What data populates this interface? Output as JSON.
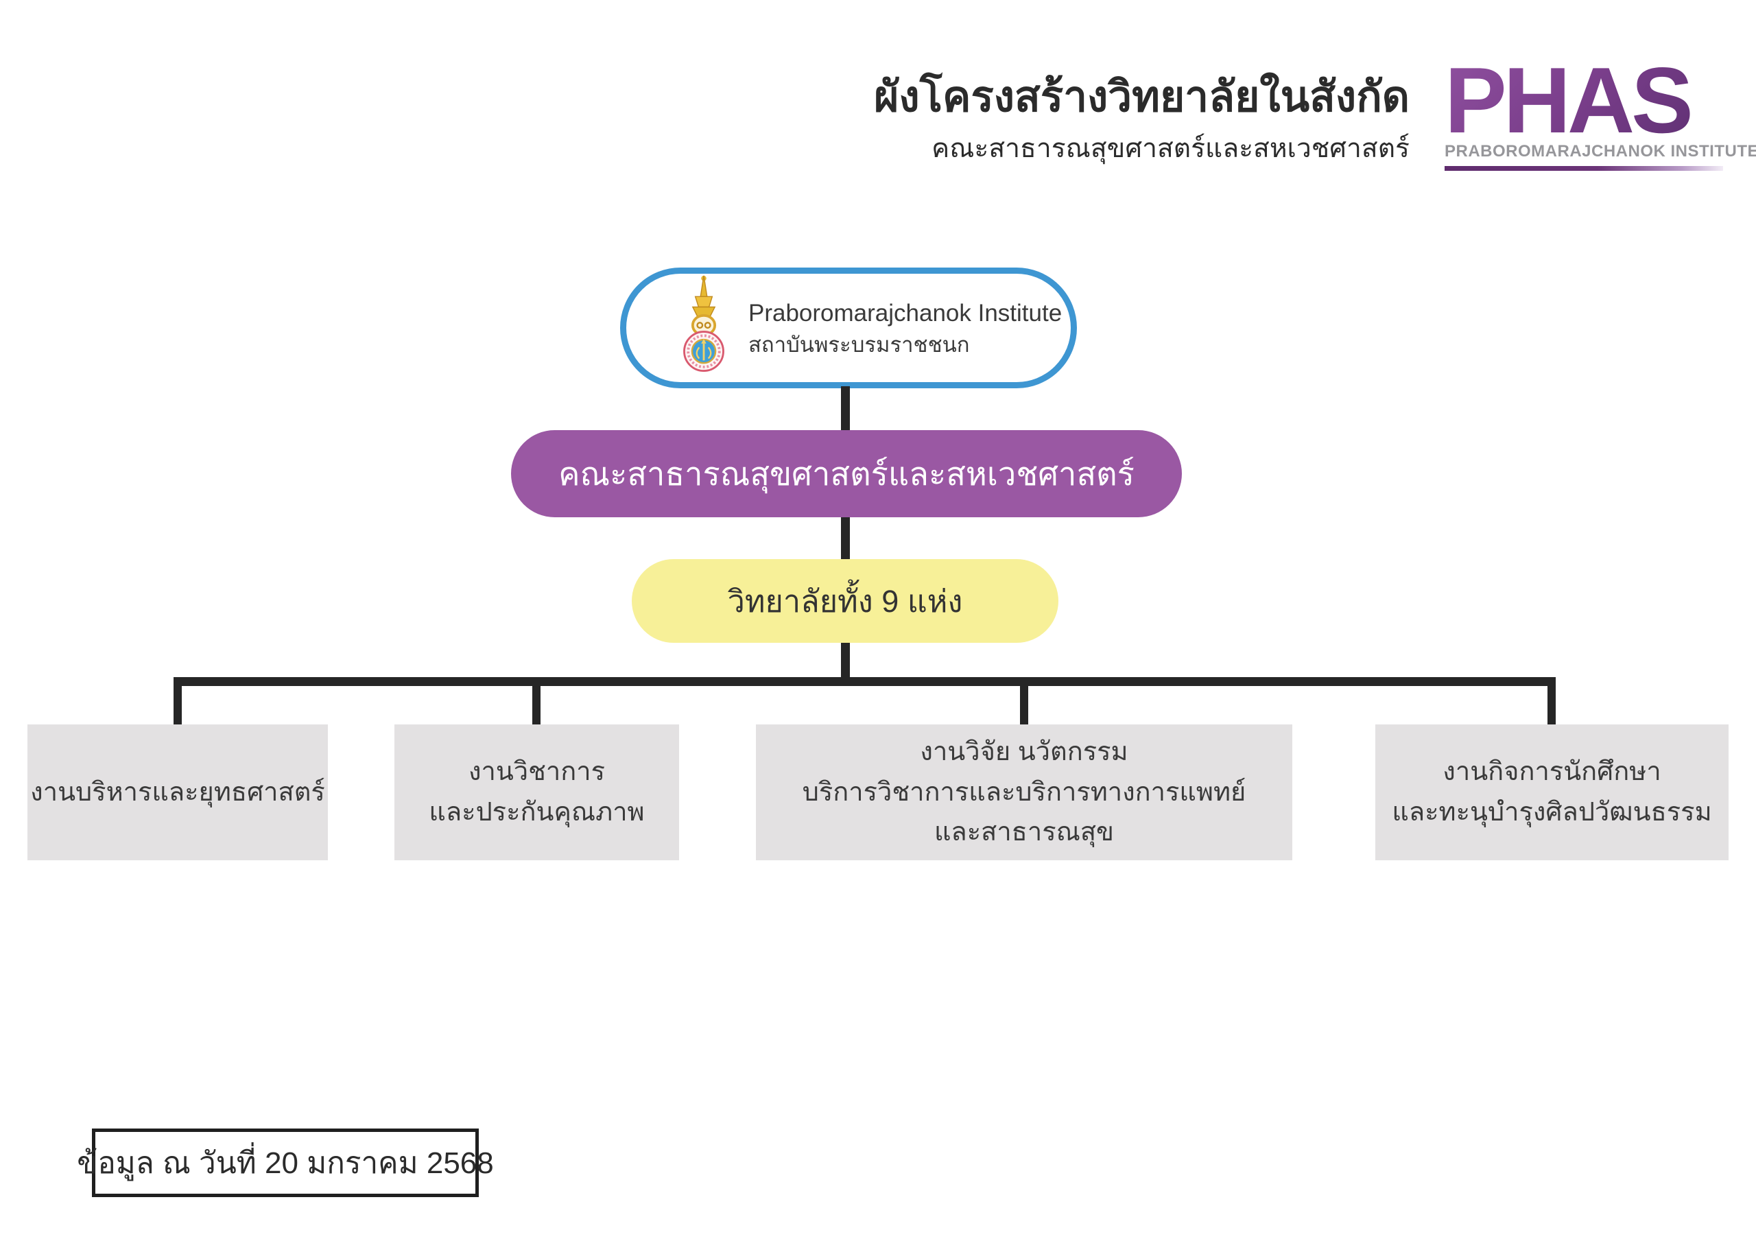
{
  "header": {
    "title_line1": "ผังโครงสร้างวิทยาลัยในสังกัด",
    "title_line2": "คณะสาธารณสุขศาสตร์และสหเวชศาสตร์"
  },
  "phas_logo": {
    "acronym": "PHAS",
    "subtext": "PRABOROMARAJCHANOK INSTITUTE",
    "color_primary": "#7B3F8C",
    "color_dark": "#5C2E70",
    "subtext_color": "#96969A"
  },
  "org_chart": {
    "root": {
      "name_en": "Praboromarajchanok Institute",
      "name_th": "สถาบันพระบรมราชชนก",
      "border_color": "#3E96D2",
      "emblem_icon": "praboromarajchanok-institute-emblem"
    },
    "faculty": {
      "label": "คณะสาธารณสุขศาสตร์และสหเวชศาสตร์",
      "fill_color": "#9A58A3"
    },
    "colleges": {
      "label": "วิทยาลัยทั้ง 9 แห่ง",
      "fill_color": "#F7F098"
    },
    "branches": [
      {
        "label": "งานบริหารและยุทธศาสตร์"
      },
      {
        "label": "งานวิชาการ\nและประกันคุณภาพ"
      },
      {
        "label": "งานวิจัย นวัตกรรม\nบริการวิชาการและบริการทางการแพทย์\nและสาธารณสุข"
      },
      {
        "label": "งานกิจการนักศึกษา\nและทะนุบำรุงศิลปวัฒนธรรม"
      }
    ],
    "branch_fill_color": "#E3E1E2",
    "connector_color": "#262626"
  },
  "footer": {
    "data_as_of": "ข้อมูล ณ วันที่ 20 มกราคม 2568"
  }
}
